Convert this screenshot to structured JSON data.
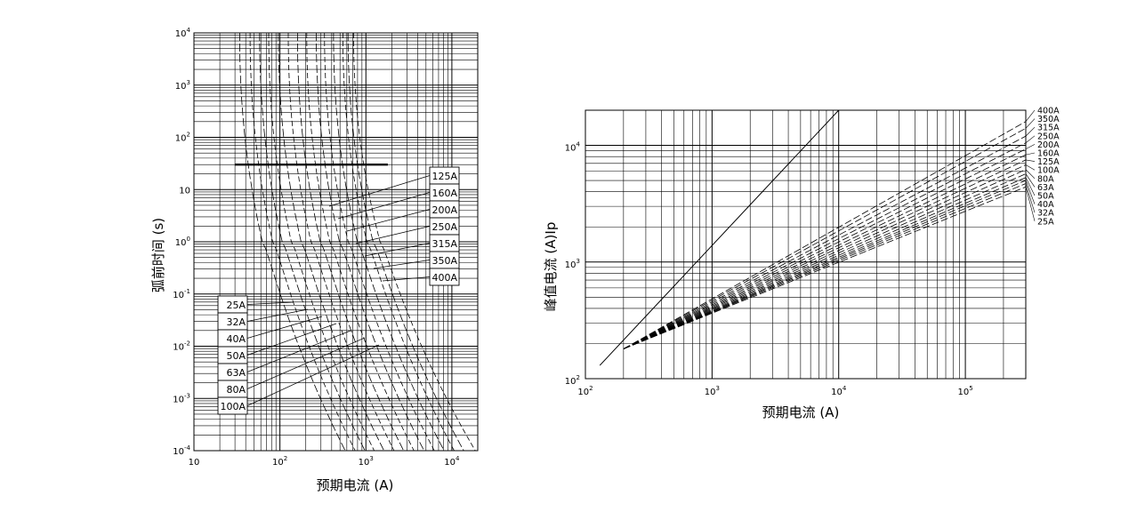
{
  "chart_data": [
    {
      "type": "line",
      "ylabel": "弧前时间 (s)",
      "xlabel": "预期电流 (A)",
      "x_scale": "log",
      "y_scale": "log",
      "xlim": [
        10,
        20000
      ],
      "ylim": [
        0.0001,
        10000
      ],
      "x_ticks": [
        {
          "base": "10",
          "exp": ""
        },
        {
          "base": "10",
          "exp": "2"
        },
        {
          "base": "10",
          "exp": "3"
        },
        {
          "base": "10",
          "exp": "4"
        }
      ],
      "y_ticks": [
        {
          "base": "10",
          "exp": "4"
        },
        {
          "base": "10",
          "exp": "3"
        },
        {
          "base": "10",
          "exp": "2"
        },
        {
          "base": "10",
          "exp": ""
        },
        {
          "base": "10",
          "exp": "0"
        },
        {
          "base": "10",
          "exp": "-1"
        },
        {
          "base": "10",
          "exp": "-2"
        },
        {
          "base": "10",
          "exp": "-3"
        },
        {
          "base": "10",
          "exp": "-4"
        }
      ],
      "grid": true,
      "reference_time_s": 30,
      "reference_x_range": [
        30,
        1800
      ],
      "series": [
        {
          "name": "25A",
          "asym_x": 34,
          "x_at_0.0001": 460
        },
        {
          "name": "32A",
          "asym_x": 45,
          "x_at_0.0001": 600
        },
        {
          "name": "40A",
          "asym_x": 58,
          "x_at_0.0001": 780
        },
        {
          "name": "50A",
          "asym_x": 74,
          "x_at_0.0001": 1000
        },
        {
          "name": "63A",
          "asym_x": 96,
          "x_at_0.0001": 1300
        },
        {
          "name": "80A",
          "asym_x": 125,
          "x_at_0.0001": 1700
        },
        {
          "name": "100A",
          "asym_x": 160,
          "x_at_0.0001": 2200
        },
        {
          "name": "125A",
          "asym_x": 205,
          "x_at_0.0001": 2900
        },
        {
          "name": "160A",
          "asym_x": 265,
          "x_at_0.0001": 3800
        },
        {
          "name": "200A",
          "asym_x": 330,
          "x_at_0.0001": 5000
        },
        {
          "name": "250A",
          "asym_x": 420,
          "x_at_0.0001": 6500
        },
        {
          "name": "315A",
          "asym_x": 540,
          "x_at_0.0001": 8500
        },
        {
          "name": "350A",
          "asym_x": 620,
          "x_at_0.0001": 11000
        },
        {
          "name": "400A",
          "asym_x": 720,
          "x_at_0.0001": 15000
        }
      ],
      "labels_right": [
        "125A",
        "160A",
        "200A",
        "250A",
        "315A",
        "350A",
        "400A"
      ],
      "labels_left": [
        "25A",
        "32A",
        "40A",
        "50A",
        "63A",
        "80A",
        "100A"
      ]
    },
    {
      "type": "line",
      "ylabel": "峰值电流 (A)Ip",
      "xlabel": "预期电流 (A)",
      "x_scale": "log",
      "y_scale": "log",
      "xlim": [
        100,
        300000
      ],
      "ylim": [
        100,
        20000
      ],
      "x_ticks": [
        {
          "base": "10",
          "exp": "2"
        },
        {
          "base": "10",
          "exp": "3"
        },
        {
          "base": "10",
          "exp": "4"
        },
        {
          "base": "10",
          "exp": "5"
        }
      ],
      "y_ticks": [
        {
          "base": "10",
          "exp": "4"
        },
        {
          "base": "10",
          "exp": "3"
        },
        {
          "base": "10",
          "exp": "2"
        }
      ],
      "grid": true,
      "diagonal": {
        "from": [
          130,
          130
        ],
        "to": [
          10000,
          20000
        ]
      },
      "series": [
        {
          "name": "400A",
          "x_start": 200,
          "y_start": 180,
          "y_end": 16000
        },
        {
          "name": "350A",
          "x_start": 200,
          "y_start": 180,
          "y_end": 14000
        },
        {
          "name": "315A",
          "x_start": 200,
          "y_start": 180,
          "y_end": 12000
        },
        {
          "name": "250A",
          "x_start": 200,
          "y_start": 180,
          "y_end": 10500
        },
        {
          "name": "200A",
          "x_start": 200,
          "y_start": 180,
          "y_end": 9300
        },
        {
          "name": "160A",
          "x_start": 200,
          "y_start": 180,
          "y_end": 8300
        },
        {
          "name": "125A",
          "x_start": 200,
          "y_start": 180,
          "y_end": 7500
        },
        {
          "name": "100A",
          "x_start": 200,
          "y_start": 180,
          "y_end": 6800
        },
        {
          "name": "80A",
          "x_start": 200,
          "y_start": 180,
          "y_end": 6200
        },
        {
          "name": "63A",
          "x_start": 200,
          "y_start": 180,
          "y_end": 5700
        },
        {
          "name": "50A",
          "x_start": 200,
          "y_start": 180,
          "y_end": 5300
        },
        {
          "name": "40A",
          "x_start": 200,
          "y_start": 180,
          "y_end": 5000
        },
        {
          "name": "32A",
          "x_start": 200,
          "y_start": 180,
          "y_end": 4700
        },
        {
          "name": "25A",
          "x_start": 200,
          "y_start": 180,
          "y_end": 4400
        }
      ]
    }
  ]
}
